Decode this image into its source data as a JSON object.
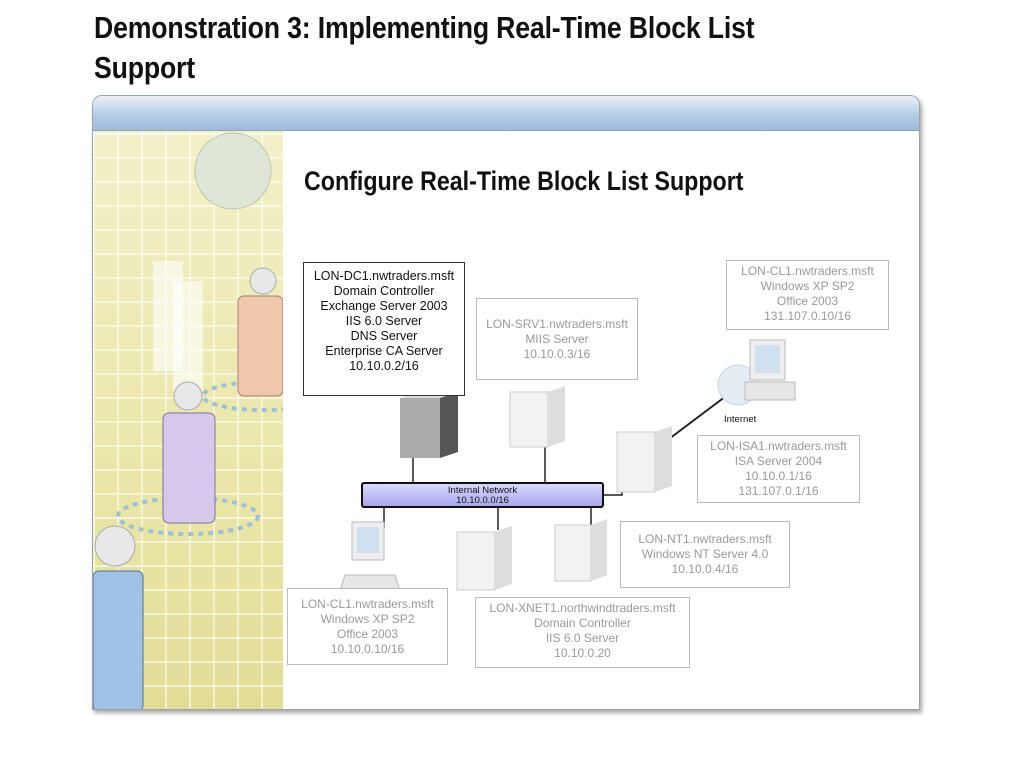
{
  "slide_title": "Demonstration 3: Implementing Real-Time Block List Support",
  "subtitle": "Configure Real-Time Block List Support",
  "network": {
    "name": "Internal Network",
    "subnet": "10.10.0.0/16"
  },
  "internet_label": "Internet",
  "nodes": {
    "dc1": [
      "LON-DC1.nwtraders.msft",
      "Domain Controller",
      "Exchange Server 2003",
      "IIS 6.0 Server",
      "DNS Server",
      "Enterprise CA Server",
      "10.10.0.2/16"
    ],
    "srv1": [
      "LON-SRV1.nwtraders.msft",
      "MIIS Server",
      "10.10.0.3/16"
    ],
    "cl1_external": [
      "LON-CL1.nwtraders.msft",
      "Windows XP SP2",
      "Office 2003",
      "131.107.0.10/16"
    ],
    "isa1": [
      "LON-ISA1.nwtraders.msft",
      "ISA Server 2004",
      "10.10.0.1/16",
      "131.107.0.1/16"
    ],
    "nt1": [
      "LON-NT1.nwtraders.msft",
      "Windows NT Server 4.0",
      "10.10.0.4/16"
    ],
    "xnet1": [
      "LON-XNET1.northwindtraders.msft",
      "Domain Controller",
      "IIS 6.0 Server",
      "10.10.0.20"
    ],
    "cl1_internal": [
      "LON-CL1.nwtraders.msft",
      "Windows XP SP2",
      "Office 2003",
      "10.10.0.10/16"
    ]
  }
}
